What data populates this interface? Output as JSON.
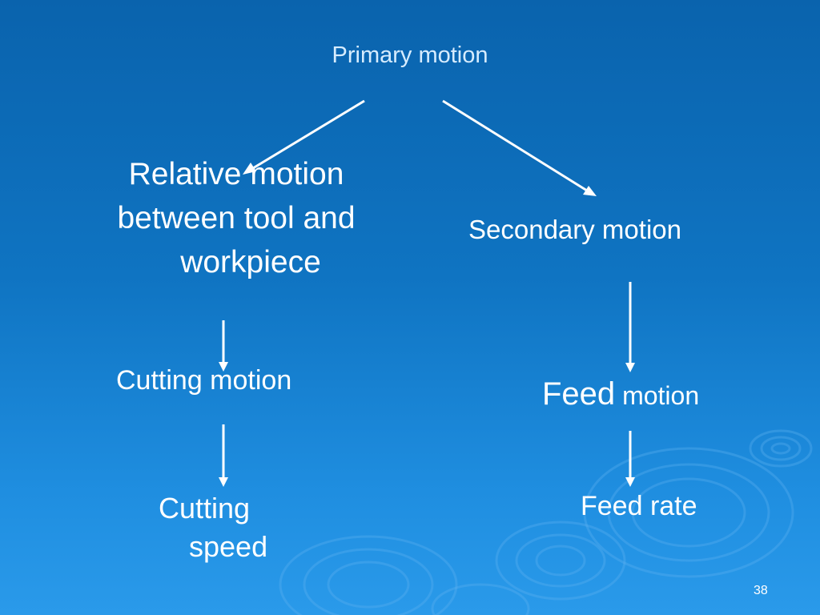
{
  "slide": {
    "title": "Primary motion",
    "relative_motion": {
      "line1": "Relative motion",
      "line2": "between tool and",
      "line3": "workpiece"
    },
    "secondary_motion": "Secondary motion",
    "cutting_motion": "Cutting motion",
    "feed_motion": {
      "word1": "Feed",
      "word2": "motion"
    },
    "cutting_speed": {
      "line1": "Cutting",
      "line2": "speed"
    },
    "feed_rate": "Feed rate",
    "page_number": "38"
  },
  "colors": {
    "background_top": "#0a63ad",
    "background_bottom": "#2a9aea",
    "text": "#ffffff",
    "title_text": "#d6ecff",
    "arrow": "#ffffff"
  }
}
